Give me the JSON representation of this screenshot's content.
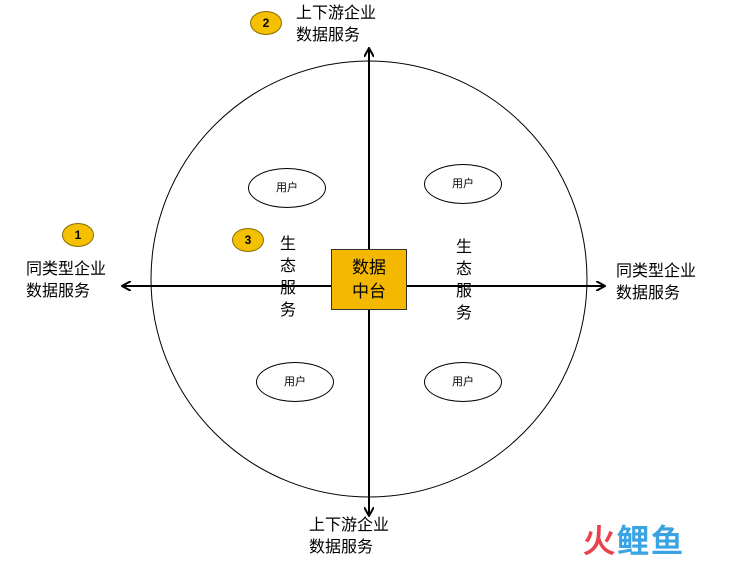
{
  "diagram": {
    "hub": {
      "line1": "数据",
      "line2": "中台"
    },
    "top_label": {
      "line1": "上下游企业",
      "line2": "数据服务"
    },
    "bottom_label": {
      "line1": "上下游企业",
      "line2": "数据服务"
    },
    "left_label": {
      "line1": "同类型企业",
      "line2": "数据服务"
    },
    "right_label": {
      "line1": "同类型企业",
      "line2": "数据服务"
    },
    "left_eco": "生态服务",
    "right_eco": "生态服务",
    "users": [
      "用户",
      "用户",
      "用户",
      "用户"
    ],
    "badges": [
      "1",
      "2",
      "3"
    ],
    "colors": {
      "hub_fill": "#f5b800",
      "badge_fill": "#f5c000",
      "line": "#000000"
    }
  },
  "watermark": {
    "part1": "火",
    "part2": "鲤鱼"
  }
}
